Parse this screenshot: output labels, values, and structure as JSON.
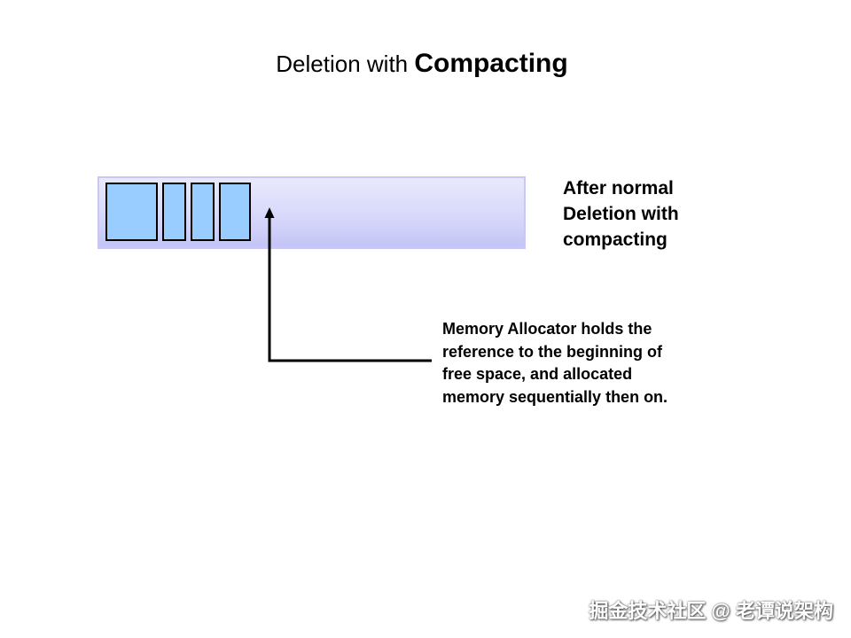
{
  "slide": {
    "title_normal": "Deletion with",
    "title_bold": "Compacting"
  },
  "memory": {
    "blocks": [
      "block-1",
      "block-2",
      "block-3",
      "block-4"
    ],
    "block_color": "#99ccff",
    "bar_color": "#d8d8fb"
  },
  "side_label": {
    "lines": [
      "After normal",
      "Deletion with",
      "compacting"
    ]
  },
  "note": {
    "lines": [
      "Memory Allocator holds the",
      "reference to the beginning of",
      "free space, and allocated",
      "memory sequentially then on."
    ]
  },
  "watermark": "掘金技术社区 @ 老谭说架构"
}
